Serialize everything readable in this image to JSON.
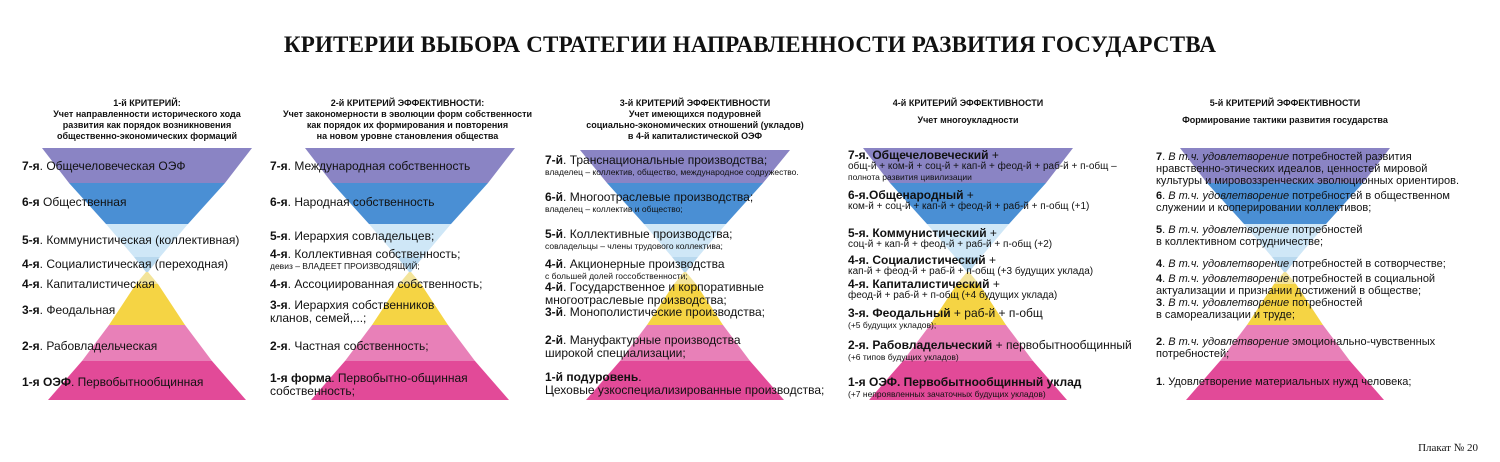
{
  "title": "КРИТЕРИИ ВЫБОРА СТРАТЕГИИ НАПРАВЛЕННОСТИ РАЗВИТИЯ ГОСУДАРСТВА",
  "poster": "Плакат № 20",
  "colors": {
    "top": "#8a84c4",
    "blue": "#4a8fd4",
    "light": "#d6ecf8",
    "yellow": "#f5d444",
    "pink": "#e24a98",
    "paleYellow": "#fbf1b8",
    "palePink": "#f8c8e0"
  },
  "col1": {
    "head": [
      "1-й КРИТЕРИЙ:",
      "Учет направленности исторического хода",
      "развития как порядок возникновения",
      "общественно-экономических формаций"
    ],
    "items": [
      {
        "num": "7-я",
        "text": ". Общечеловеческая ОЭФ"
      },
      {
        "num": "6-я",
        "text": " Общественная"
      },
      {
        "num": "5-я",
        "text": ". Коммунистическая (коллективная)"
      },
      {
        "num": "4-я",
        "text": ". Социалистическая (переходная)"
      },
      {
        "num": "4-я",
        "text": ". Капиталистическая"
      },
      {
        "num": "3-я",
        "text": ". Феодальная"
      },
      {
        "num": "2-я",
        "text": ". Рабовладельческая"
      },
      {
        "num": "1-я ОЭФ",
        "text": ". Первобытнообщинная"
      }
    ]
  },
  "col2": {
    "head": [
      "2-й КРИТЕРИЙ ЭФФЕКТИВНОСТИ:",
      "Учет закономерности в эволюции форм собственности",
      "как порядок их формирования и повторения",
      "на новом уровне становления общества"
    ],
    "items": [
      {
        "num": "7-я",
        "text": ". Международная собственность",
        "sub": ""
      },
      {
        "num": "6-я",
        "text": ". Народная собственность",
        "sub": ""
      },
      {
        "num": "5-я",
        "text": ". Иерархия совладельцев;",
        "sub": ""
      },
      {
        "num": "4-я",
        "text": ". Коллективная собственность;",
        "sub": "девиз – ВЛАДЕЕТ ПРОИЗВОДЯЩИЙ;"
      },
      {
        "num": "4-я",
        "text": ". Ассоциированная собственность;",
        "sub": ""
      },
      {
        "num": "3-я",
        "text": ". Иерархия собственников",
        "sub": "кланов, семей,...;"
      },
      {
        "num": "2-я",
        "text": ". Частная собственность;",
        "sub": ""
      },
      {
        "num": "1-я форма",
        "text": ". Первобытно-общинная",
        "sub": "собственность;"
      }
    ]
  },
  "col3": {
    "head": [
      "3-й КРИТЕРИЙ ЭФФЕКТИВНОСТИ",
      "Учет имеющихся подуровней",
      "социально-экономических отношений (укладов)",
      "в 4-й капиталистической ОЭФ"
    ],
    "items": [
      {
        "num": "7-й",
        "text": ". Транснациональные производства;",
        "sub": "владелец – коллектив, общество, международное содружество."
      },
      {
        "num": "6-й",
        "text": ". Многоотраслевые производства;",
        "sub": "владелец – коллектив и общество;"
      },
      {
        "num": "5-й",
        "text": ". Коллективные производства;",
        "sub": "совладельцы – члены трудового коллектива;"
      },
      {
        "num": "4-й",
        "text": ". Акционерные производства",
        "sub": "с большей долей госсобственности;"
      },
      {
        "num": "4-й",
        "text": ". Государственное и корпоративные",
        "sub": "многоотраслевые производства;"
      },
      {
        "num": "3-й",
        "text": ". Монополистические производства;",
        "sub": ""
      },
      {
        "num": "2-й",
        "text": ". Мануфактурные производства",
        "sub": "широкой специализации;"
      },
      {
        "num": "1-й подуровень",
        "text": ".",
        "sub": "Цеховые узкоспециализированные производства;"
      }
    ]
  },
  "col4": {
    "head": [
      "4-й КРИТЕРИЙ ЭФФЕКТИВНОСТИ",
      "",
      "Учет многоукладности"
    ],
    "items": [
      {
        "num": "7-я. Общечеловеческий",
        "text": " +",
        "sub": "общ-й + ком-й + соц-й + кап-й + феод-й + раб-й + п-общ –",
        "sub2": "полнота развития цивилизации"
      },
      {
        "num": "6-я.Общенародный",
        "text": " +",
        "sub": "ком-й + соц-й + кап-й + феод-й + раб-й + п-общ (+1)",
        "sub2": ""
      },
      {
        "num": "5-я. Коммунистический",
        "text": " +",
        "sub": "соц-й + кап-й + феод-й + раб-й + п-общ (+2)",
        "sub2": ""
      },
      {
        "num": "4-я. Социалистический",
        "text": " +",
        "sub": "кап-й + феод-й + раб-й + п-общ (+3 будущих уклада)",
        "sub2": ""
      },
      {
        "num": "4-я. Капиталистический",
        "text": " +",
        "sub": "феод-й + раб-й + п-общ (+4 будущих уклада)",
        "sub2": ""
      },
      {
        "num": "3-я. Феодальный",
        "text": " + раб-й + п-общ",
        "sub": "(+5 будущих укладов);",
        "sub2": ""
      },
      {
        "num": "2-я. Рабовладельческий",
        "text": " + первобытнообщинный",
        "sub": "(+6 типов будущих укладов)",
        "sub2": ""
      },
      {
        "num": "1-я ОЭФ. Первобытнообщинный уклад",
        "text": "",
        "sub": "(+7 непроявленных зачаточных будущих укладов)",
        "sub2": ""
      }
    ]
  },
  "col5": {
    "head": [
      "5-й КРИТЕРИЙ ЭФФЕКТИВНОСТИ",
      "",
      "Формирование тактики развития государства"
    ],
    "items": [
      {
        "num": "7",
        "pre": ". ",
        "em": "В т.ч. удовлетворение",
        "text": " потребностей развития",
        "sub": "нравственно-этических идеалов, ценностей мировой",
        "sub2": "культуры и мировоззренческих эволюционных ориентиров."
      },
      {
        "num": "6",
        "pre": ". ",
        "em": "В т.ч. удовлетворение",
        "text": " потребностей в общественном",
        "sub": "служении и кооперировании коллективов;",
        "sub2": ""
      },
      {
        "num": "5",
        "pre": ". ",
        "em": "В т.ч. удовлетворение",
        "text": " потребностей",
        "sub": "в коллективном сотрудничестве;",
        "sub2": ""
      },
      {
        "num": "4",
        "pre": ". ",
        "em": "В т.ч. удовлетворение",
        "text": " потребностей в сотворчестве;",
        "sub": "",
        "sub2": ""
      },
      {
        "num": "4",
        "pre": ". ",
        "em": "В т.ч. удовлетворение",
        "text": " потребностей в социальной",
        "sub": "актуализации и признании достижений в обществе;",
        "sub2": ""
      },
      {
        "num": "3",
        "pre": ". ",
        "em": "В т.ч. удовлетворение",
        "text": " потребностей",
        "sub": "в самореализации и труде;",
        "sub2": ""
      },
      {
        "num": "2",
        "pre": ". ",
        "em": "В т.ч. удовлетворение",
        "text": " эмоционально-чувственных",
        "sub": "потребностей;",
        "sub2": ""
      },
      {
        "num": "1",
        "pre": ". ",
        "em": "",
        "text": "Удовлетворение материальных нужд человека;",
        "sub": "",
        "sub2": ""
      }
    ]
  }
}
